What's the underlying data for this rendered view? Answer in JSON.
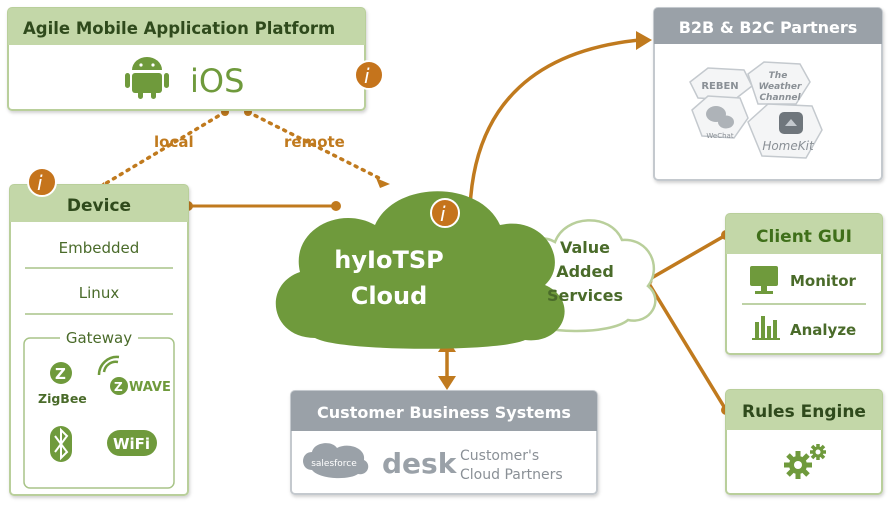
{
  "colors": {
    "green_dark": "#6f9a3c",
    "green_header": "#c3d7a8",
    "green_title": "#3f6f1a",
    "green_border": "#b9cf9b",
    "gray_header": "#9aa1a8",
    "gray_border": "#c4c9ce",
    "orange": "#c07a1e",
    "info_badge": "#c5741c"
  },
  "platform": {
    "title": "Agile Mobile Application Platform",
    "ios_label": "iOS",
    "android_icon": "android-icon"
  },
  "connections": {
    "local": "local",
    "remote": "remote"
  },
  "device": {
    "title": "Device",
    "items": [
      "Embedded",
      "Linux"
    ],
    "gateway": {
      "title": "Gateway",
      "logos": {
        "zigbee": "ZigBee",
        "zwave": "WAVE",
        "bluetooth": "bluetooth-icon",
        "wifi": "WiFi"
      }
    }
  },
  "cloud": {
    "line1": "hyIoTSP",
    "line2": "Cloud"
  },
  "vas": {
    "line1": "Value",
    "line2": "Added",
    "line3": "Services"
  },
  "partners": {
    "title": "B2B & B2C Partners",
    "hex": {
      "reben": "REBEN",
      "weather1": "The",
      "weather2": "Weather",
      "weather3": "Channel",
      "wechat": "WeChat",
      "homekit": "HomeKit"
    }
  },
  "client_gui": {
    "title": "Client GUI",
    "monitor": "Monitor",
    "analyze": "Analyze"
  },
  "rules": {
    "title": "Rules Engine"
  },
  "customer": {
    "title": "Customer Business Systems",
    "salesforce": "salesforce",
    "desk": "desk",
    "cloud_partners_1": "Customer's",
    "cloud_partners_2": "Cloud Partners"
  },
  "info_icon_glyph": "i"
}
